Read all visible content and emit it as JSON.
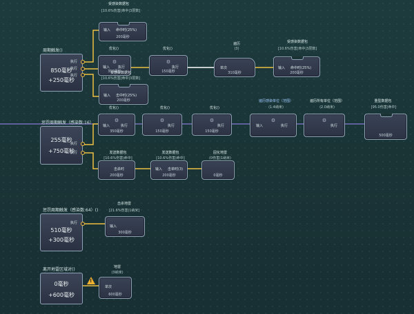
{
  "groups": [
    {
      "trigger": {
        "title": "周期触发()",
        "time": "850毫秒",
        "delay": "+250毫秒"
      }
    },
    {
      "trigger": {
        "title": "惩罚周期触发（感染数:16）",
        "time": "255毫秒",
        "delay": "+750毫秒"
      }
    },
    {
      "trigger": {
        "title": "惩罚周期触发（感染数:64）()",
        "time": "510毫秒",
        "delay": "+300毫秒"
      }
    },
    {
      "trigger": {
        "title": "离开地雷区域对()",
        "time": "0毫秒",
        "delay": "+600毫秒"
      }
    }
  ],
  "labels": {
    "exec": "执行",
    "input": "输入",
    "single": "单次",
    "hit": "命中时(25%)",
    "hit2": "击中时(25%)",
    "hit3": "击杀时",
    "hit4": "击单时(3)"
  },
  "nodes": {
    "n1": {
      "title": "受感染数据包",
      "sub": "[10.6%伤害|命中|3层数]",
      "foot": "200毫秒"
    },
    "n2": {
      "title": "优化()",
      "foot": "350毫秒"
    },
    "n3": {
      "title": "优化()",
      "foot": "150毫秒"
    },
    "n4": {
      "title": "遍历",
      "sub": "(3)",
      "foot": "310毫秒"
    },
    "n5": {
      "title": "受感染数据包",
      "sub": "[10.6%伤害|命中|3层数]",
      "foot": "200毫秒"
    },
    "n6": {
      "title": "受感染数据包",
      "sub": "[10.6%伤害|命中|3层数]",
      "foot": "200毫秒"
    },
    "n7": {
      "title": "优化()",
      "foot": "350毫秒"
    },
    "n8": {
      "title": "优化()",
      "foot": "150毫秒"
    },
    "n9": {
      "title": "优化()",
      "foot": "150毫秒"
    },
    "n10": {
      "title": "遍历感染单位（范围）",
      "sub": "(1.4纳米)",
      "foot": ""
    },
    "n11": {
      "title": "遍历所有单位（范围）",
      "sub": "(2.0纳米)",
      "foot": ""
    },
    "n12": {
      "title": "重型数据包",
      "sub": "[95.0伤害|命中]",
      "foot": "500毫秒"
    },
    "n13": {
      "title": "发送数据包",
      "sub": "[10.6%伤害|命中]",
      "foot": "200毫秒"
    },
    "n14": {
      "title": "发送数据包",
      "sub": "[10.6%伤害|命中]",
      "foot": "200毫秒"
    },
    "n15": {
      "title": "固化地雷",
      "sub": "(0伤害|1纳米)",
      "foot": "0毫秒"
    },
    "n16": {
      "title": "击杀地雷",
      "sub": "[21.6%伤害|1纳米]",
      "foot": "300毫秒"
    },
    "n17": {
      "title": "地雷",
      "sub": "(3纳米)",
      "foot": "600毫秒"
    }
  },
  "colors": {
    "exec_wire": "#f0c040",
    "data_wire": "#ffffff",
    "accent_line": "#8a7bd6"
  },
  "icons": [
    "gear-icon",
    "warning-icon",
    "pin-icon"
  ]
}
